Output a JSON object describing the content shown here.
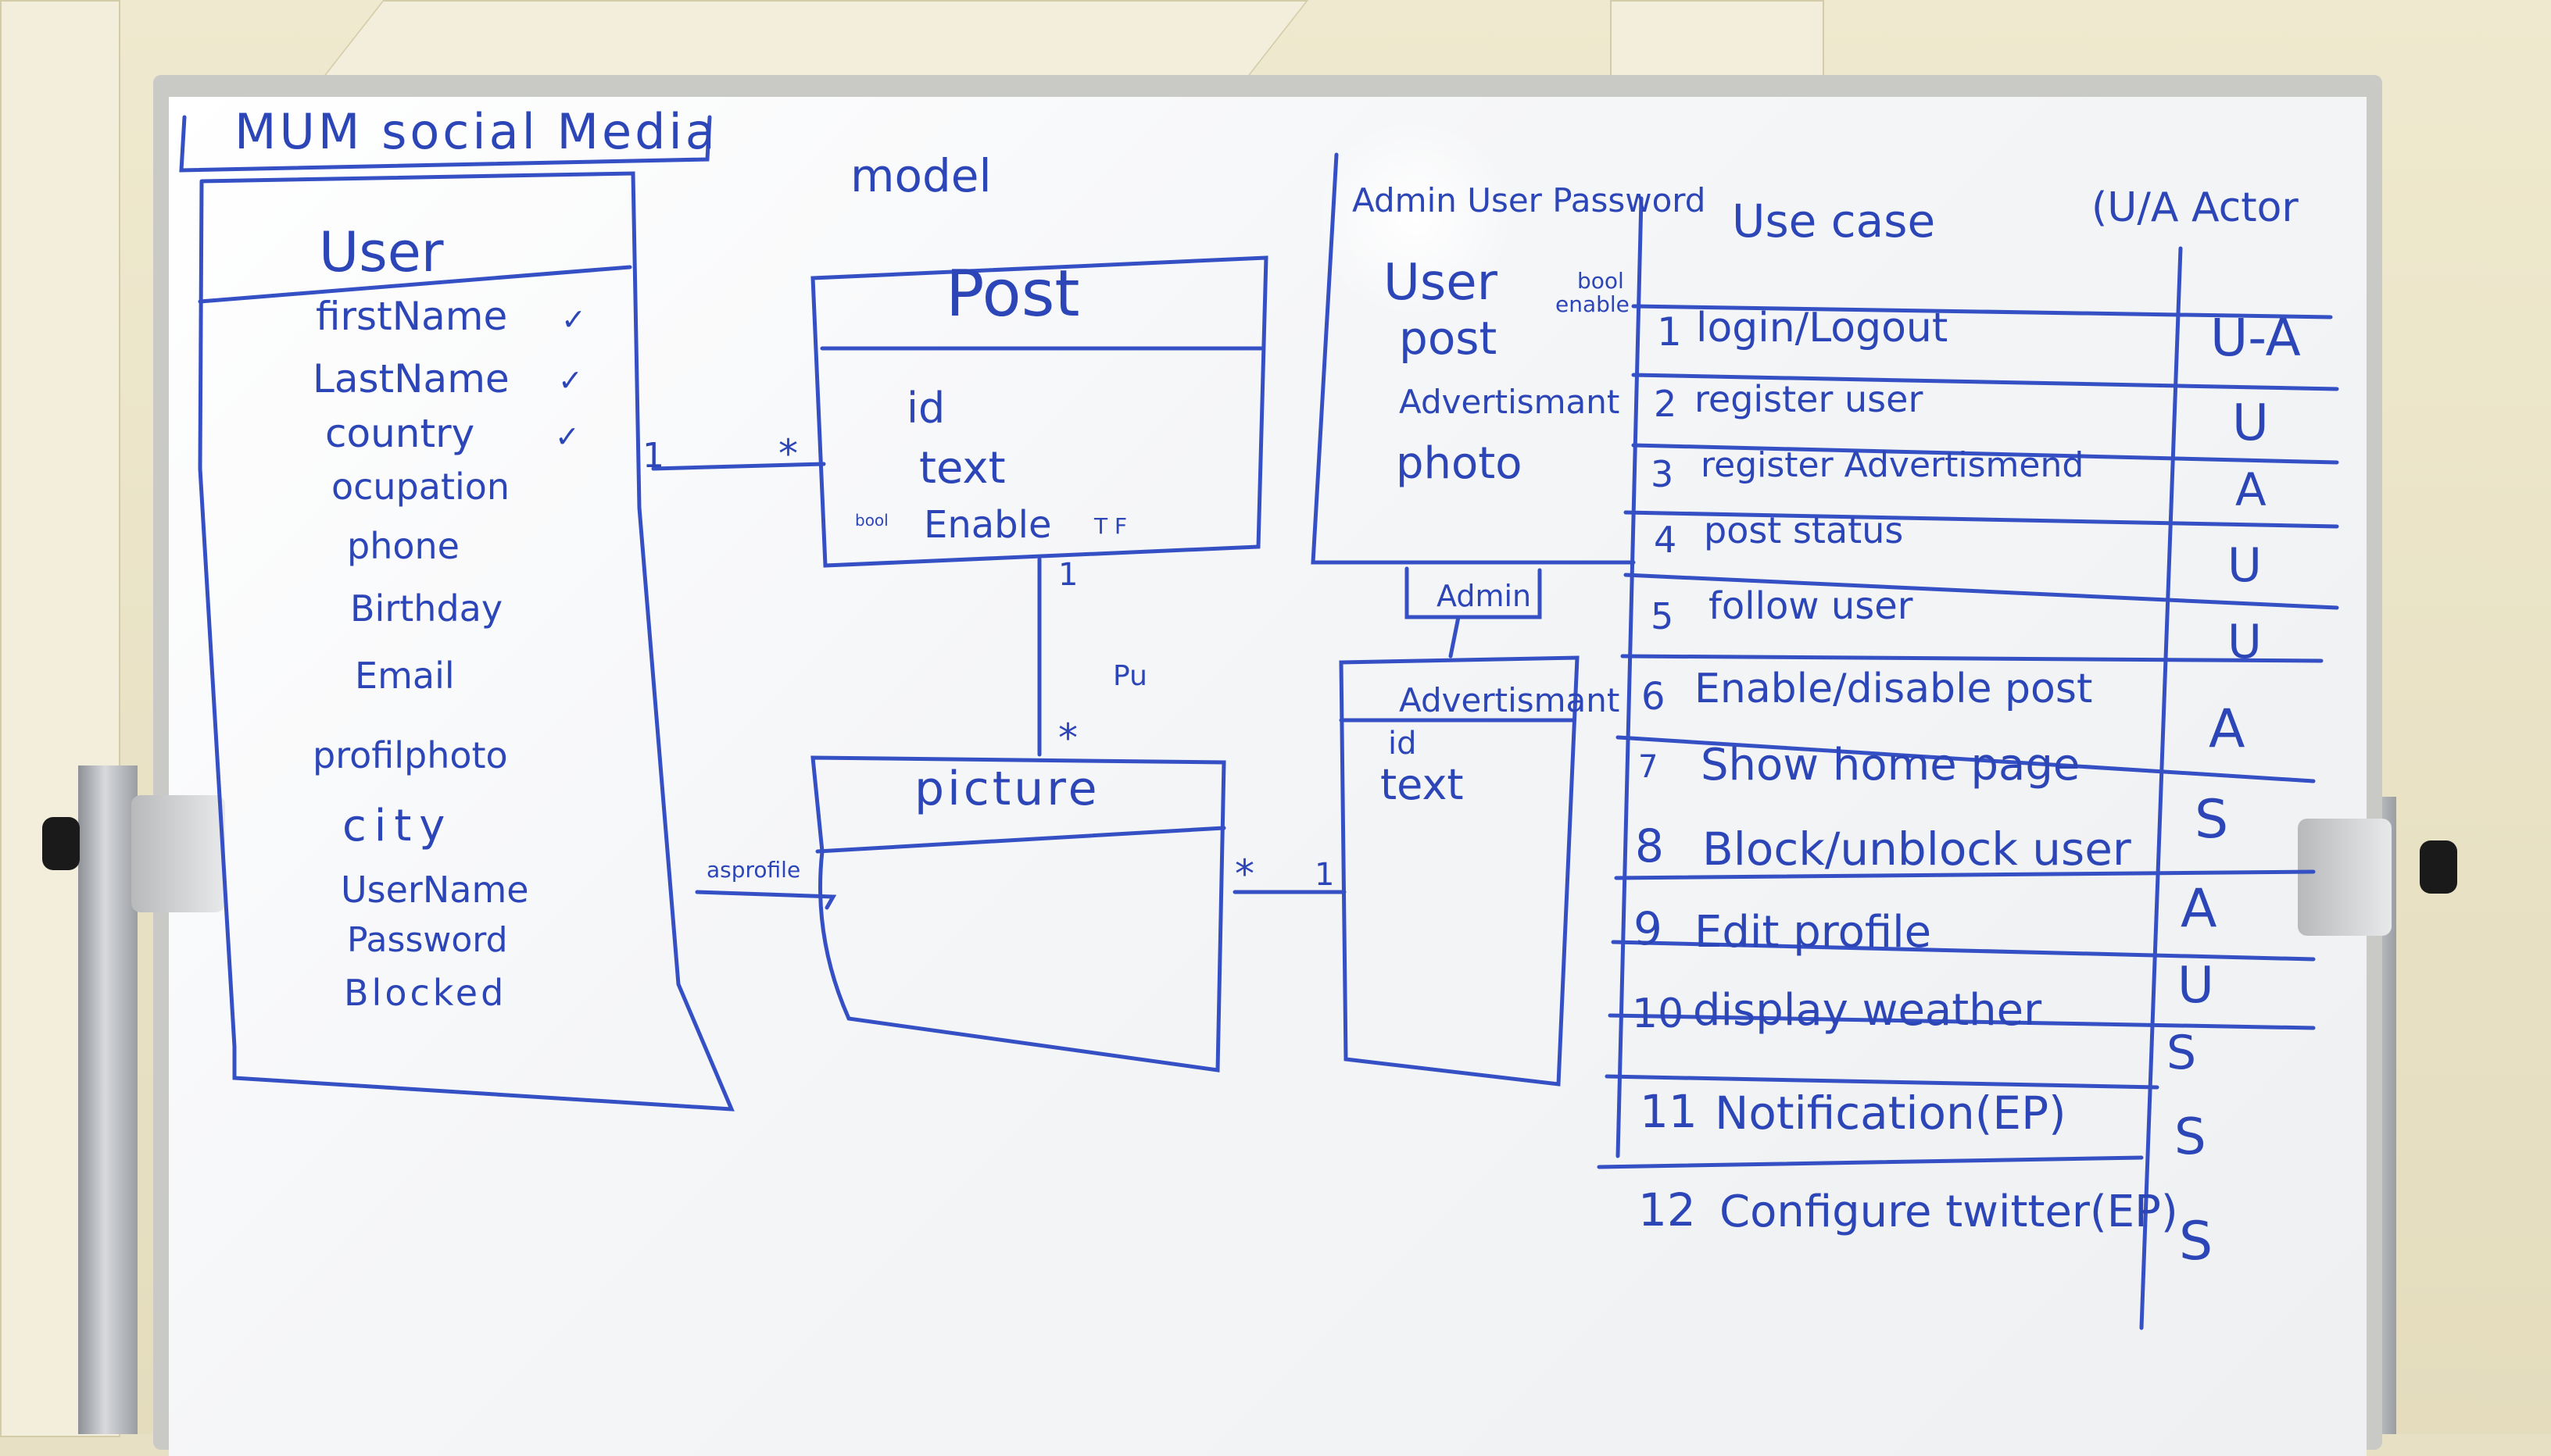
{
  "board": {
    "title": "MUM social Media",
    "model_label": "model",
    "user_entity": {
      "name": "User",
      "fields": [
        "firstName",
        "LastName",
        "country",
        "ocupation",
        "phone",
        "Birthday",
        "Email",
        "profilphoto",
        "city",
        "UserName",
        "Password",
        "Blocked"
      ],
      "checkmark": "✓"
    },
    "post_entity": {
      "name": "Post",
      "fields": [
        "id",
        "text",
        "Enable"
      ],
      "enable_prefix": "bool",
      "enable_suffix": "T F"
    },
    "picture_entity": {
      "name": "picture"
    },
    "advertisement_entity": {
      "name": "Advertismant",
      "fields": [
        "id",
        "text"
      ]
    },
    "admin_label": "Admin",
    "relations": {
      "user_post_one": "1",
      "user_post_many": "*",
      "post_pic_one": "1",
      "post_pic_many": "*",
      "post_pic_label": "Pu",
      "profile_label": "asprofile",
      "pic_ad_many": "*",
      "pic_ad_one": "1"
    },
    "admin_box": {
      "header": "Admin User Password",
      "items": [
        "User",
        "post",
        "Advertismant",
        "photo"
      ],
      "annotation_bool": "bool",
      "annotation_enable": "enable"
    },
    "use_case": {
      "header": "Use case",
      "actor_header": "(U/A Actor",
      "rows": [
        {
          "num": "1",
          "text": "login/Logout",
          "actor": "U-A"
        },
        {
          "num": "2",
          "text": "register user",
          "actor": "U"
        },
        {
          "num": "3",
          "text": "register Advertismend",
          "actor": "A"
        },
        {
          "num": "4",
          "text": "post status",
          "actor": "U"
        },
        {
          "num": "5",
          "text": "follow user",
          "actor": "U"
        },
        {
          "num": "6",
          "text": "Enable/disable post",
          "actor": "A"
        },
        {
          "num": "7",
          "text": "Show home page",
          "actor": "S"
        },
        {
          "num": "8",
          "text": "Block/unblock user",
          "actor": "A"
        },
        {
          "num": "9",
          "text": "Edit profile",
          "actor": "U"
        },
        {
          "num": "10",
          "text": "display weather",
          "actor": "S"
        },
        {
          "num": "11",
          "text": "Notification(EP)",
          "actor": "S"
        },
        {
          "num": "12",
          "text": "Configure twitter(EP)",
          "actor": "S"
        }
      ]
    }
  },
  "colors": {
    "ink": "#2c46b8",
    "wall": "#e7e0c4",
    "board": "#ffffff"
  }
}
